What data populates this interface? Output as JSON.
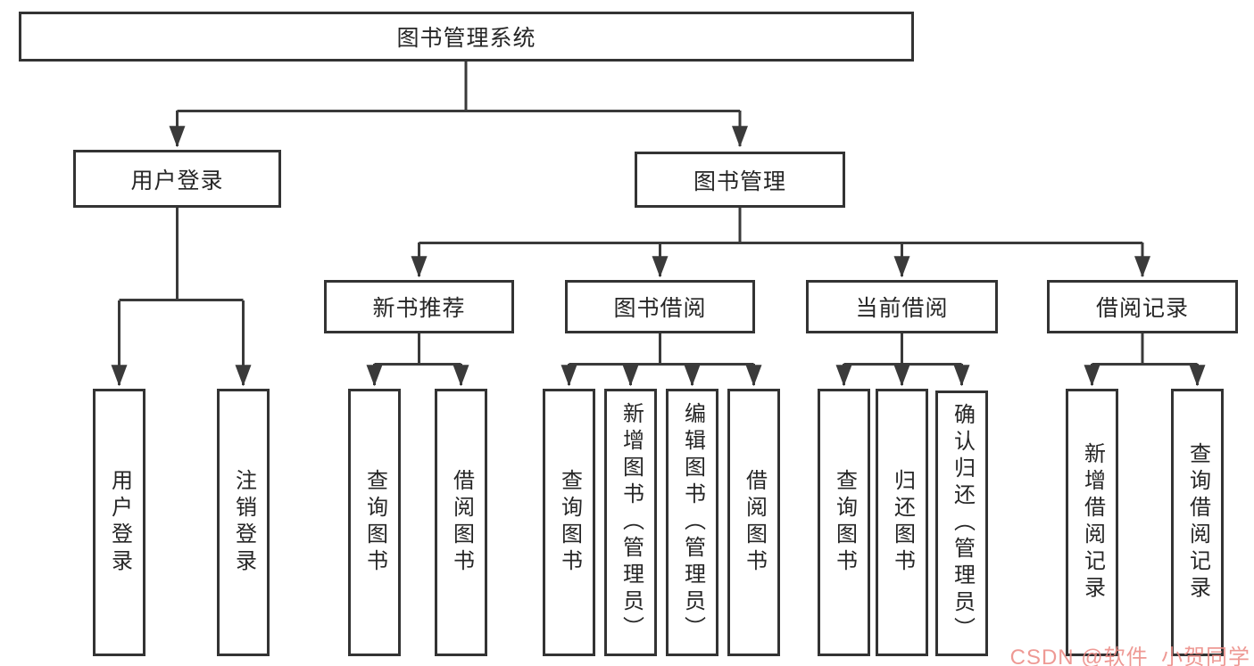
{
  "nodes": {
    "root": "图书管理系统",
    "level1": [
      {
        "label": "用户登录"
      },
      {
        "label": "图书管理"
      }
    ],
    "level2": [
      {
        "label": "新书推荐"
      },
      {
        "label": "图书借阅"
      },
      {
        "label": "当前借阅"
      },
      {
        "label": "借阅记录"
      }
    ],
    "leaves": [
      {
        "label": "用户登录"
      },
      {
        "label": "注销登录"
      },
      {
        "label": "查询图书"
      },
      {
        "label": "借阅图书"
      },
      {
        "label": "查询图书"
      },
      {
        "label": "新增图书（管理员）"
      },
      {
        "label": "编辑图书（管理员）"
      },
      {
        "label": "借阅图书"
      },
      {
        "label": "查询图书"
      },
      {
        "label": "归还图书"
      },
      {
        "label": "确认归还（管理员）"
      },
      {
        "label": "新增借阅记录"
      },
      {
        "label": "查询借阅记录"
      }
    ]
  },
  "watermark": {
    "text": "CSDN @软件_小贺同学",
    "color": "#ec8c86"
  },
  "colors": {
    "line": "#3a3a3a",
    "box_border": "#333333",
    "text": "#262626",
    "background": "#ffffff"
  }
}
